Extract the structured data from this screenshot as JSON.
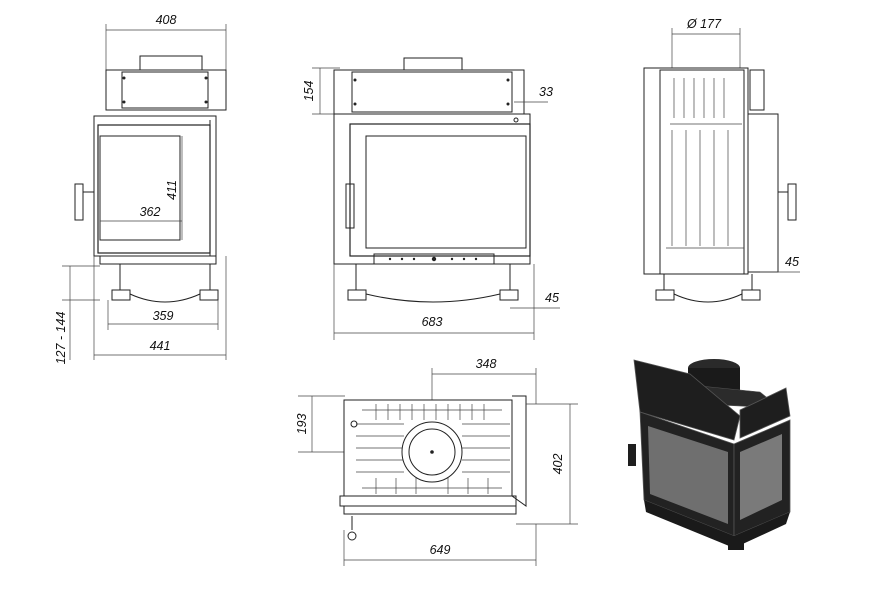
{
  "dimensions": {
    "left_top_width": "408",
    "left_glass_height": "411",
    "left_glass_width": "362",
    "left_leg_span": "359",
    "left_total_width": "441",
    "left_leg_height": "127 - 144",
    "front_top_height": "154",
    "front_offset": "33",
    "front_total_width": "683",
    "front_leg_offset": "45",
    "side_flue_diameter": "Ø 177",
    "side_offset": "45",
    "plan_flue_offset": "348",
    "plan_depth_front": "193",
    "plan_total_depth": "402",
    "plan_total_width": "649"
  },
  "colors": {
    "line": "#222222",
    "product_body": "#1e1e1e",
    "product_edge": "#5a5a5a",
    "product_glass": "#7a7a7a"
  }
}
